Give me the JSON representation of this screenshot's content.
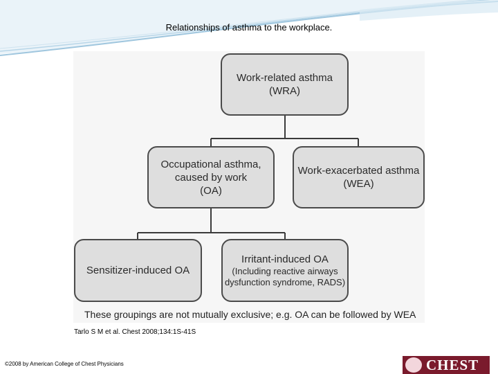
{
  "slide": {
    "title": "Relationships of asthma to the workplace."
  },
  "diagram": {
    "wra": {
      "line1": "Work-related asthma",
      "line2": "(WRA)"
    },
    "oa": {
      "line1": "Occupational asthma,",
      "line2": "caused by work",
      "line3": "(OA)"
    },
    "wea": {
      "line1": "Work-exacerbated asthma",
      "line2": "(WEA)"
    },
    "sensitizer": {
      "line1": "Sensitizer-induced OA"
    },
    "irritant": {
      "line1": "Irritant-induced OA",
      "line2": "(Including reactive airways",
      "line3": "dysfunction syndrome, RADS)"
    },
    "caption": "These groupings are not mutually exclusive; e.g. OA can be followed by WEA"
  },
  "footer": {
    "citation": "Tarlo S M et al. Chest 2008;134:1S-41S",
    "copyright": "©2008 by American College of Chest Physicians",
    "logo_text": "CHEST"
  },
  "colors": {
    "box_fill": "#dedede",
    "box_border": "#4a4a4a",
    "connector": "#3a3a3a",
    "logo_bg": "#7a1a2c",
    "wave": "#9fc6de"
  }
}
